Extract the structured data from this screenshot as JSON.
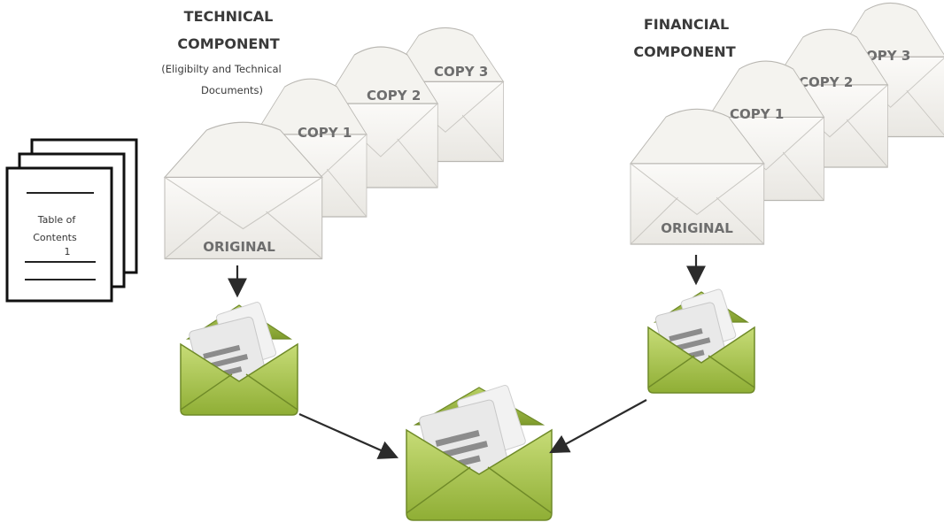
{
  "technical": {
    "heading_line1": "TECHNICAL",
    "heading_line2": "COMPONENT",
    "sub_line1": "(Eligibilty and Technical",
    "sub_line2": "Documents)",
    "envelopes": [
      "ORIGINAL",
      "COPY 1",
      "COPY 2",
      "COPY 3"
    ]
  },
  "financial": {
    "heading_line1": "FINANCIAL",
    "heading_line2": "COMPONENT",
    "envelopes": [
      "ORIGINAL",
      "COPY 1",
      "COPY 2",
      "COPY 3"
    ]
  },
  "table_of_contents": {
    "line1": "Table of",
    "line2": "Contents",
    "page_number": "1"
  },
  "colors": {
    "envelope_green": "#a9c552",
    "envelope_green_dark": "#6f8a28",
    "envelope_paper": "#f7f6f3",
    "arrow": "#2b2b2b"
  },
  "icons": {
    "sealed_envelope": "open-white-envelope-icon",
    "green_envelope": "green-envelope-with-document-icon",
    "document_stack": "document-stack-icon"
  }
}
